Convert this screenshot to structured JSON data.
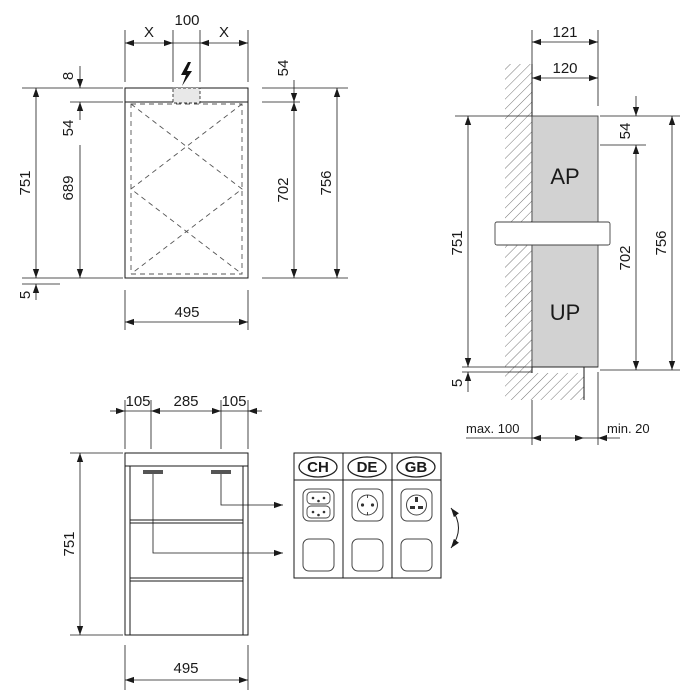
{
  "front_view": {
    "dim_x_left": "X",
    "dim_width_top": "100",
    "dim_x_right": "X",
    "dim_top_gap": "8",
    "dim_top_left": "54",
    "dim_top_right": "54",
    "dim_height_total_left": "751",
    "dim_height_inner_left": "689",
    "dim_height_inner_right": "702",
    "dim_height_total_right": "756",
    "dim_bottom_gap": "5",
    "dim_width_bottom": "495"
  },
  "side_view": {
    "dim_depth_outer": "121",
    "dim_depth_inner": "120",
    "dim_top": "54",
    "dim_height_left": "751",
    "dim_height_inner": "702",
    "dim_height_total": "756",
    "dim_bottom_gap": "5",
    "label_surface": "AP",
    "label_flush": "UP",
    "dim_max": "max. 100",
    "dim_min": "min. 20"
  },
  "open_view": {
    "dim_side_left": "105",
    "dim_middle": "285",
    "dim_side_right": "105",
    "dim_height": "751",
    "dim_width": "495"
  },
  "socket_table": {
    "countries": [
      "CH",
      "DE",
      "GB"
    ]
  }
}
